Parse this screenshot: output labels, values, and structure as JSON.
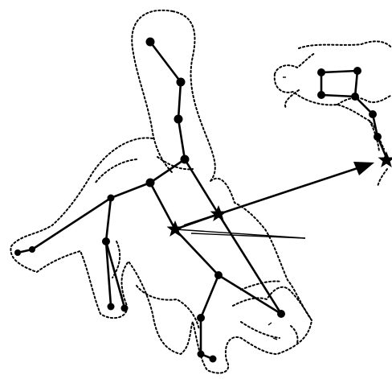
{
  "figure": {
    "kind": "constellation-illustration",
    "subjects": [
      "great-bear-figure",
      "little-bear-figure"
    ],
    "colors": {
      "ink": "#000000",
      "background": "#ffffff"
    },
    "icons": [
      "star-marker-icon",
      "pointer-arrow-icon"
    ]
  }
}
